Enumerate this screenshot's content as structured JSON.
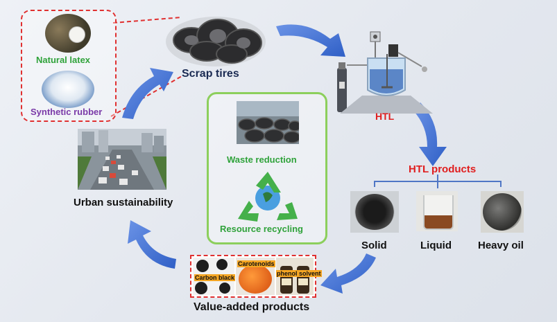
{
  "sources": {
    "natural_latex": "Natural latex",
    "synthetic_rubber": "Synthetic rubber"
  },
  "scrap_tires": "Scrap tires",
  "htl": "HTL",
  "htl_products": {
    "title": "HTL products",
    "items": [
      "Solid",
      "Liquid",
      "Heavy oil"
    ]
  },
  "center": {
    "waste_reduction": "Waste reduction",
    "resource_recycling": "Resource recycling"
  },
  "urban_sustainability": "Urban sustainability",
  "value_added": {
    "title": "Value-added products",
    "items": [
      "Carbon black",
      "Carotenoids",
      "phenol solvent"
    ]
  },
  "colors": {
    "arrow_blue": "#3d6fd1",
    "red_label": "#e01e1e",
    "green_label": "#2fa23a",
    "purple_label": "#7a3aa8",
    "dark_navy": "#1a2a52",
    "green_frame": "#8ccf5c",
    "red_dash": "#e03030",
    "bracket_blue": "#4f76c5"
  }
}
